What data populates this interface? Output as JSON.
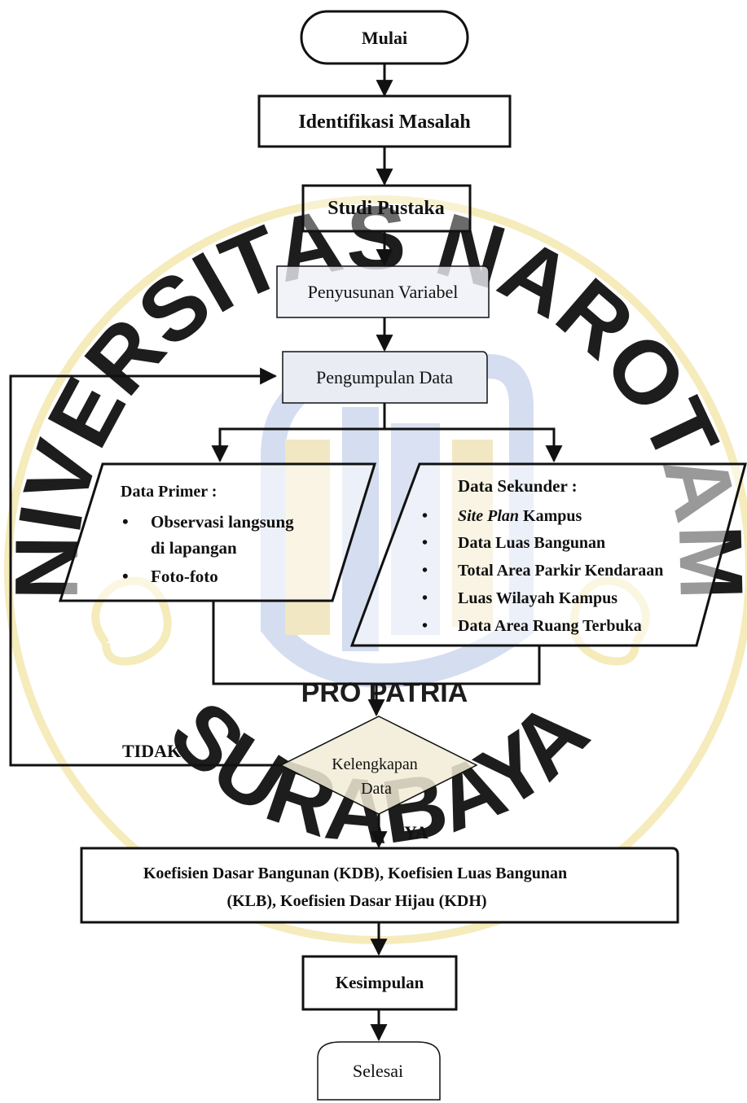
{
  "watermark": {
    "top_text": "UNIVERSITAS NAROTAMA",
    "bottom_text": "SURABAYA",
    "motto": "PRO PATRIA",
    "colors": {
      "gold": "#f3e3a0",
      "blue": "#d3ddf0"
    }
  },
  "nodes": {
    "start": "Mulai",
    "identify": "Identifikasi Masalah",
    "study": "Studi Pustaka",
    "variables": "Penyusunan Variabel",
    "collect": "Pengumpulan Data",
    "primary": {
      "title": "Data Primer :",
      "items": [
        "Observasi langsung",
        "di lapangan",
        "Foto-foto"
      ]
    },
    "secondary": {
      "title": "Data Sekunder :",
      "items": [
        {
          "italic": "Site Plan",
          "rest": " Kampus"
        },
        {
          "italic": "",
          "rest": "Data Luas Bangunan"
        },
        {
          "italic": "",
          "rest": "Total Area Parkir Kendaraan"
        },
        {
          "italic": "",
          "rest": "Luas Wilayah Kampus"
        },
        {
          "italic": "",
          "rest": "Data Area Ruang Terbuka"
        }
      ]
    },
    "decision": {
      "line1": "Kelengkapan",
      "line2": "Data"
    },
    "no_label": "TIDAK",
    "yes_label": "YA",
    "coef": {
      "line1": "Koefisien Dasar Bangunan (KDB), Koefisien Luas Bangunan",
      "line2": "(KLB), Koefisien Dasar Hijau (KDH)"
    },
    "conclusion": "Kesimpulan",
    "end": "Selesai"
  },
  "colors": {
    "box_fill_soft": "#e9ecf3",
    "stroke": "#111111",
    "decision_fill": "#f1ecd6"
  }
}
